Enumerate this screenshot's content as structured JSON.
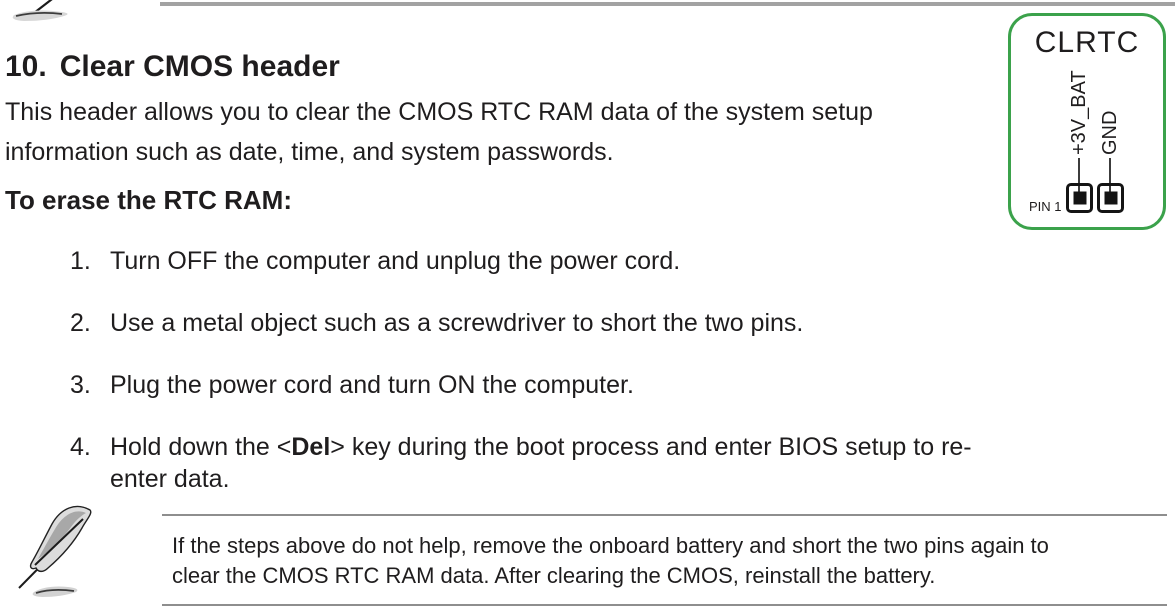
{
  "colors": {
    "diagram_border_green": "#3ba24b",
    "divider_gray": "#a2a2a2",
    "text_black": "#1f1d1e"
  },
  "icons": {
    "note_marker": "quill-pen-icon",
    "top_marker": "quill-pen-icon-partial"
  },
  "section": {
    "number": "10.",
    "title": "Clear CMOS header",
    "intro": "This header allows you to clear the CMOS RTC RAM data of the system setup\ninformation such as date, time, and system passwords.",
    "subheading": "To erase the RTC RAM:",
    "steps": [
      {
        "num": "1.",
        "text": "Turn OFF the computer and unplug the power cord."
      },
      {
        "num": "2.",
        "text": "Use a metal object such as a screwdriver to short the two pins."
      },
      {
        "num": "3.",
        "text": "Plug the power cord and turn ON the computer."
      },
      {
        "num": "4.",
        "text_pre": "Hold down the <",
        "key": "Del",
        "text_post": "> key during the boot process and enter BIOS setup to re-\nenter data."
      }
    ],
    "note": "If the steps above do not help, remove the onboard battery and short the two pins again to\nclear the CMOS RTC RAM data. After clearing the CMOS, reinstall the battery."
  },
  "diagram": {
    "title": "CLRTC",
    "pin_labels": [
      "+3V_BAT",
      "GND"
    ],
    "pin1_label": "PIN 1"
  }
}
